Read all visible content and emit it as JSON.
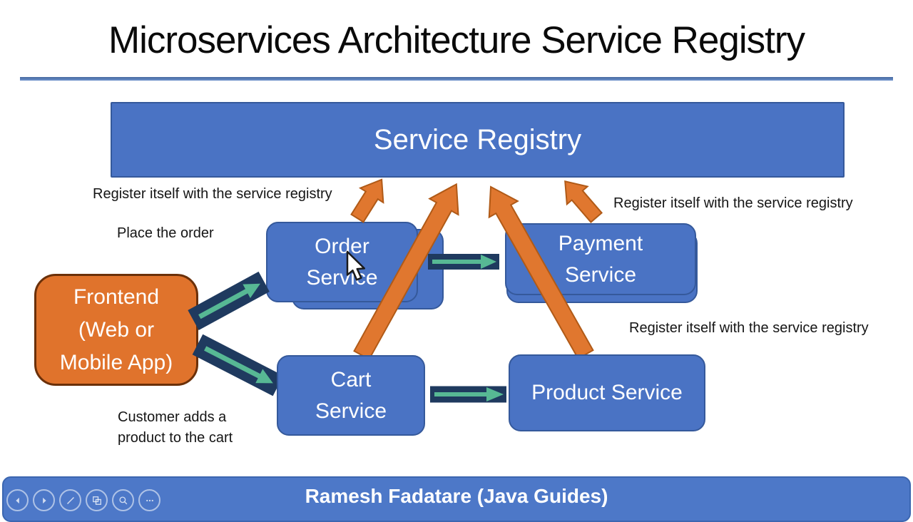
{
  "title": "Microservices Architecture Service Registry",
  "registry": {
    "label": "Service Registry"
  },
  "nodes": {
    "order": {
      "line1": "Order",
      "line2": "Service"
    },
    "payment": {
      "line1": "Payment",
      "line2": "Service"
    },
    "cart": {
      "line1": "Cart",
      "line2": "Service"
    },
    "product": {
      "label": "Product Service"
    },
    "frontend": {
      "line1": "Frontend",
      "line2": "(Web or",
      "line3": "Mobile App)"
    }
  },
  "annotations": {
    "register_order": "Register itself with the service registry",
    "register_payment": "Register itself with the service registry",
    "register_product": "Register itself with the service registry",
    "place_order": "Place the order",
    "add_to_cart": "Customer adds a product to the cart"
  },
  "footer": {
    "author": "Ramesh Fadatare (Java Guides)",
    "controls": [
      {
        "name": "previous-slide"
      },
      {
        "name": "next-slide"
      },
      {
        "name": "pen-tool"
      },
      {
        "name": "slide-sorter"
      },
      {
        "name": "zoom"
      },
      {
        "name": "more-options"
      }
    ]
  },
  "colors": {
    "box_blue": "#4a73c4",
    "box_border": "#35599b",
    "frontend_orange": "#e0732c",
    "arrow_orange": "#e0772f",
    "arrow_navy": "#1f3a5f",
    "arrow_teal": "#57b894",
    "footer_blue": "#4d78c8",
    "underline_blue": "#5b83c4"
  }
}
